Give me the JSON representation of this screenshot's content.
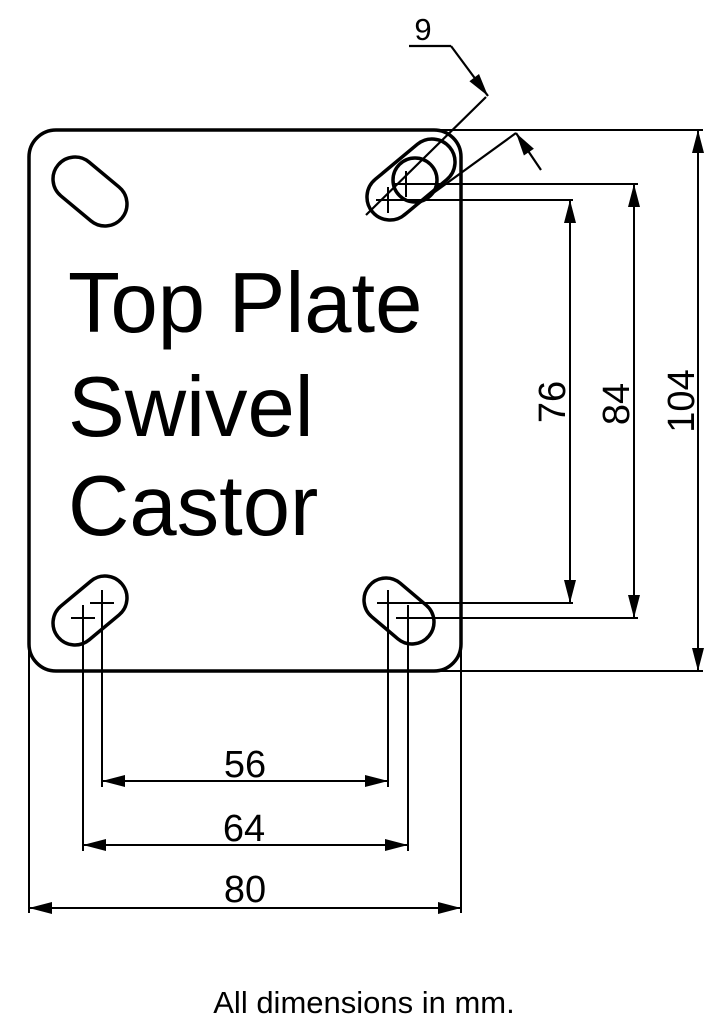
{
  "drawing": {
    "title": {
      "line1": "Top Plate",
      "line2": "Swivel",
      "line3": "Castor"
    },
    "dims": {
      "hole_diameter": "9",
      "hole_span_vertical_inner": "76",
      "hole_span_vertical_outer": "84",
      "plate_height": "104",
      "hole_span_horizontal_inner": "56",
      "hole_span_horizontal_outer": "64",
      "plate_width": "80"
    },
    "note": "All dimensions in mm.",
    "colors": {
      "ink": "#000000",
      "background": "#ffffff"
    }
  }
}
